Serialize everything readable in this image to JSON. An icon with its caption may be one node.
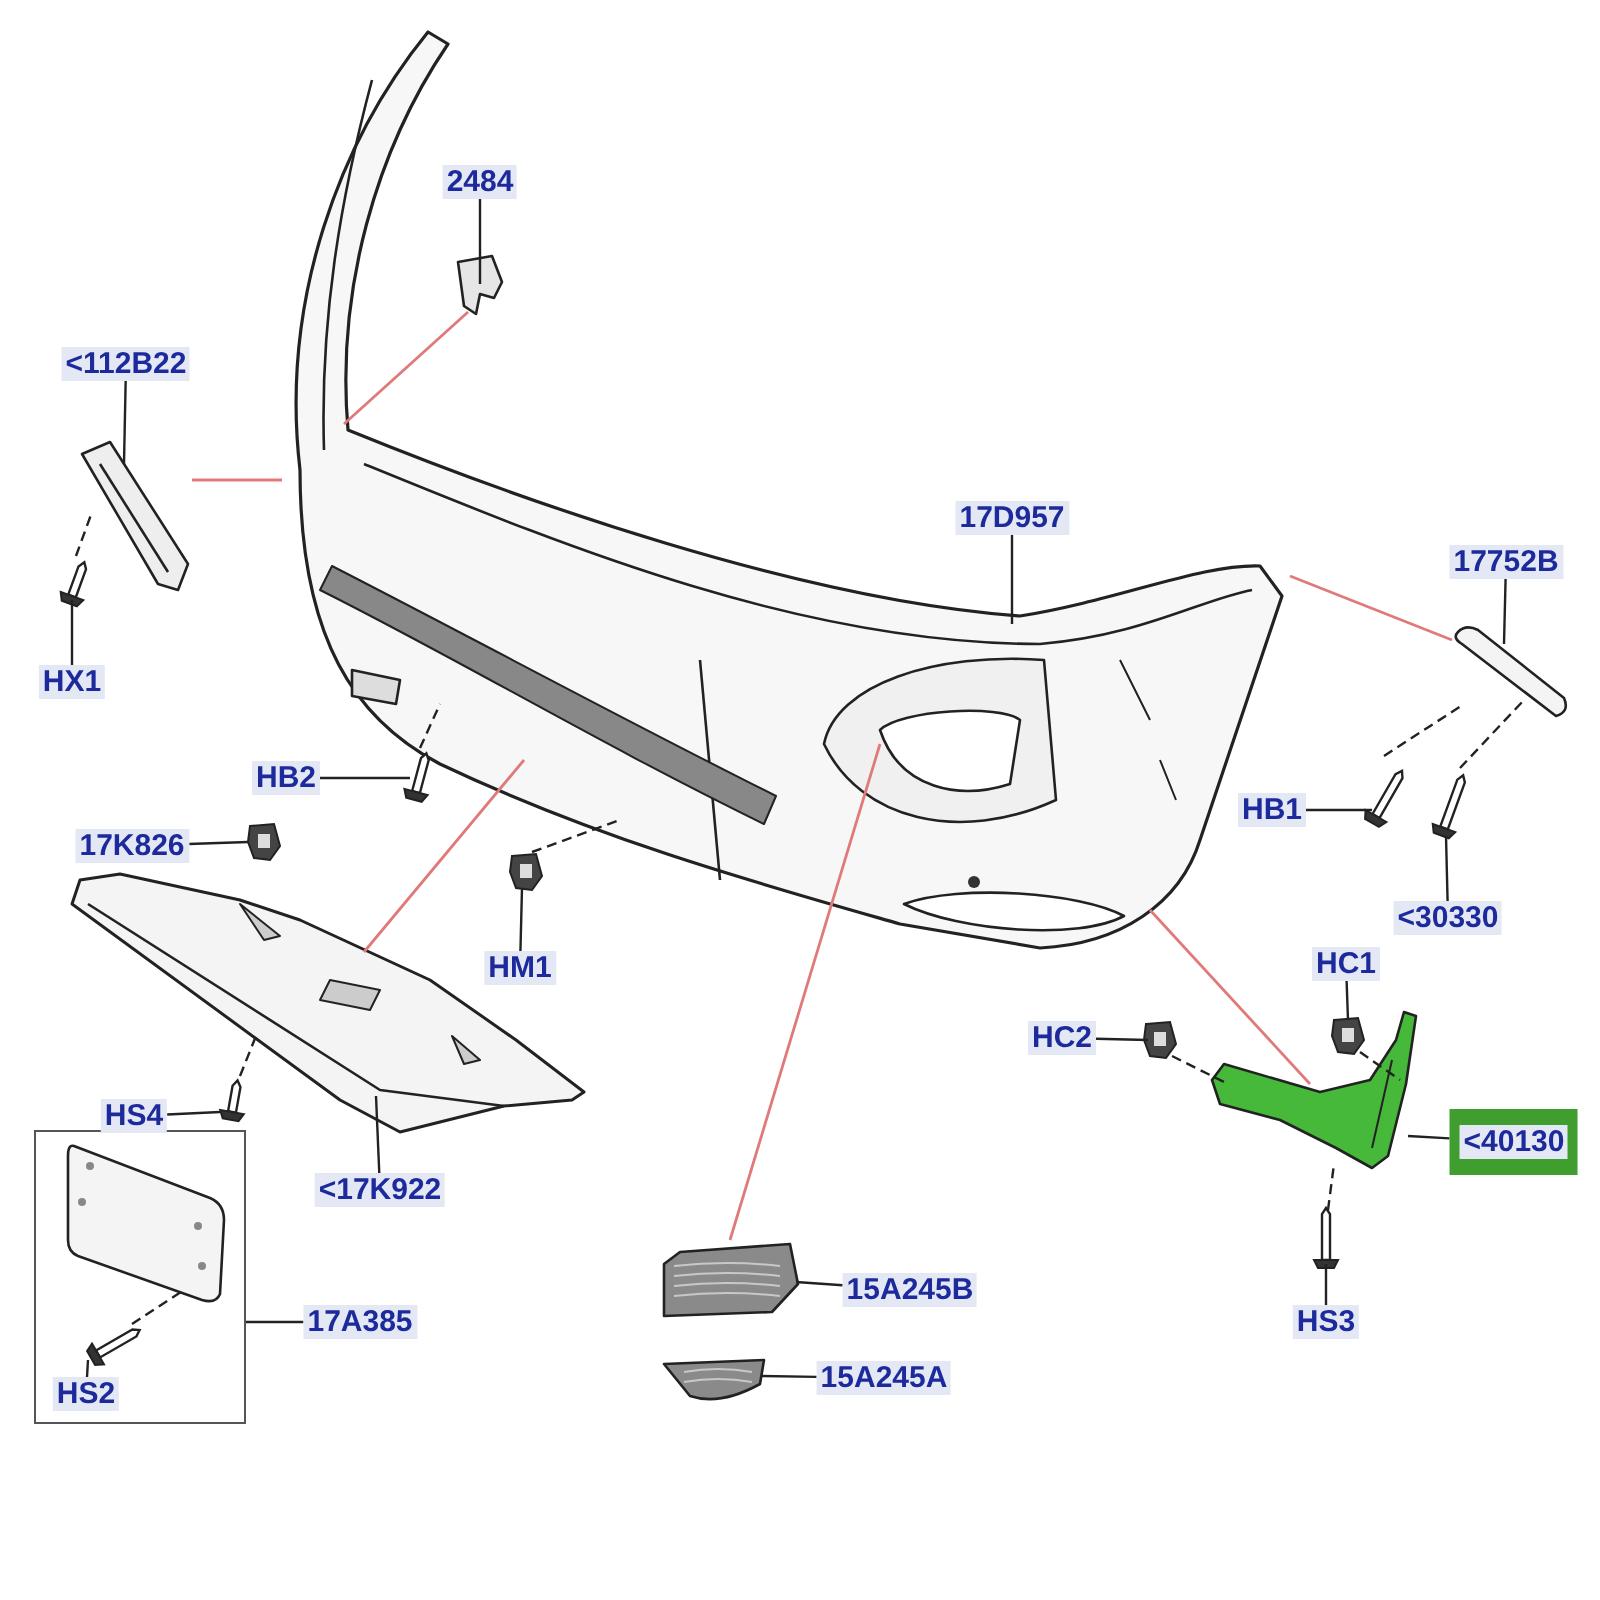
{
  "diagram": {
    "nodes": [
      {
        "text": [
          "2484"
        ]
      },
      {
        "text": [
          "<112B22"
        ]
      },
      {
        "text": [
          "17D957"
        ]
      },
      {
        "text": [
          "17752B"
        ]
      },
      {
        "text": [
          "HX1"
        ]
      },
      {
        "text": [
          "HB2"
        ]
      },
      {
        "text": [
          "HB1"
        ]
      },
      {
        "text": [
          "17K826"
        ]
      },
      {
        "text": [
          "<30330"
        ]
      },
      {
        "text": [
          "HM1"
        ]
      },
      {
        "text": [
          "HC1"
        ]
      },
      {
        "text": [
          "HC2"
        ]
      },
      {
        "text": [
          "HS4"
        ]
      },
      {
        "text": [
          "<17K922"
        ]
      },
      {
        "text": [
          "<40130"
        ]
      },
      {
        "text": [
          "15A245B"
        ]
      },
      {
        "text": [],
        "shape": "box"
      },
      {
        "text": [
          "17A385"
        ]
      },
      {
        "text": [
          "HS3"
        ]
      },
      {
        "text": [
          "15A245A"
        ]
      },
      {
        "text": [
          "HS2"
        ],
        "in": 16
      },
      {
        "text": [],
        "shape": "picture"
      },
      {
        "text": [],
        "shape": "picture"
      },
      {
        "text": [],
        "shape": "picture"
      },
      {
        "text": [],
        "shape": "picture"
      },
      {
        "text": [],
        "shape": "picture"
      },
      {
        "text": [],
        "shape": "picture"
      },
      {
        "text": [],
        "shape": "picture"
      },
      {
        "text": [],
        "shape": "picture"
      },
      {
        "text": [],
        "shape": "picture"
      },
      {
        "text": [],
        "shape": "picture"
      },
      {
        "text": [],
        "shape": "picture"
      },
      {
        "text": [],
        "shape": "picture"
      },
      {
        "text": [],
        "shape": "picture"
      },
      {
        "text": [],
        "shape": "picture"
      },
      {
        "text": [],
        "shape": "picture"
      },
      {
        "text": [],
        "shape": "picture"
      },
      {
        "text": [],
        "shape": "picture",
        "in": 16
      },
      {
        "text": [],
        "shape": "picture"
      },
      {
        "text": [],
        "shape": "picture"
      },
      {
        "text": [],
        "shape": "picture",
        "in": 16
      }
    ],
    "edges": [
      {
        "from": 0,
        "to": 21,
        "arrow": "none"
      },
      {
        "from": 1,
        "to": 22,
        "arrow": "none"
      },
      {
        "from": 2,
        "to": 23,
        "arrow": "none"
      },
      {
        "from": 3,
        "to": 24,
        "arrow": "none"
      },
      {
        "from": 4,
        "to": 25,
        "arrow": "none"
      },
      {
        "from": 5,
        "to": 26,
        "arrow": "none"
      },
      {
        "from": 6,
        "to": 27,
        "arrow": "none"
      },
      {
        "from": 7,
        "to": 28,
        "arrow": "none"
      },
      {
        "from": 8,
        "to": 29,
        "arrow": "none"
      },
      {
        "from": 9,
        "to": 30,
        "arrow": "none"
      },
      {
        "from": 10,
        "to": 31,
        "arrow": "none"
      },
      {
        "from": 11,
        "to": 32,
        "arrow": "none"
      },
      {
        "from": 12,
        "to": 33,
        "arrow": "none"
      },
      {
        "from": 13,
        "to": 34,
        "arrow": "none"
      },
      {
        "from": 14,
        "to": 35,
        "arrow": "none"
      },
      {
        "from": 15,
        "to": 36,
        "arrow": "none"
      },
      {
        "from": 17,
        "to": 16,
        "arrow": "none"
      },
      {
        "from": 18,
        "to": 38,
        "arrow": "none"
      },
      {
        "from": 19,
        "to": 39,
        "arrow": "none"
      },
      {
        "from": 20,
        "to": 40,
        "arrow": "none"
      },
      {
        "from": 25,
        "to": 22,
        "arrow": "none",
        "style": "dashed"
      },
      {
        "from": 26,
        "to": 23,
        "arrow": "none",
        "style": "dashed"
      },
      {
        "from": 30,
        "to": 23,
        "arrow": "none",
        "style": "dashed"
      },
      {
        "from": 27,
        "to": 24,
        "arrow": "none",
        "style": "dashed"
      },
      {
        "from": 29,
        "to": 24,
        "arrow": "none",
        "style": "dashed"
      },
      {
        "from": 33,
        "to": 34,
        "arrow": "none",
        "style": "dashed"
      },
      {
        "from": 31,
        "to": 35,
        "arrow": "none",
        "style": "dashed"
      },
      {
        "from": 32,
        "to": 35,
        "arrow": "none",
        "style": "dashed"
      },
      {
        "from": 38,
        "to": 35,
        "arrow": "none",
        "style": "dashed"
      },
      {
        "from": 40,
        "to": 37,
        "arrow": "none",
        "style": "dashed"
      },
      {
        "from": 21,
        "to": 23,
        "arrow": "none",
        "color": "#e07a7a"
      },
      {
        "from": 22,
        "to": 23,
        "arrow": "none",
        "color": "#e07a7a"
      },
      {
        "from": 24,
        "to": 23,
        "arrow": "none",
        "color": "#e07a7a"
      },
      {
        "from": 34,
        "to": 23,
        "arrow": "none",
        "color": "#e07a7a"
      },
      {
        "from": 36,
        "to": 23,
        "arrow": "none",
        "color": "#e07a7a"
      },
      {
        "from": 35,
        "to": 23,
        "arrow": "none",
        "color": "#e07a7a"
      }
    ]
  }
}
